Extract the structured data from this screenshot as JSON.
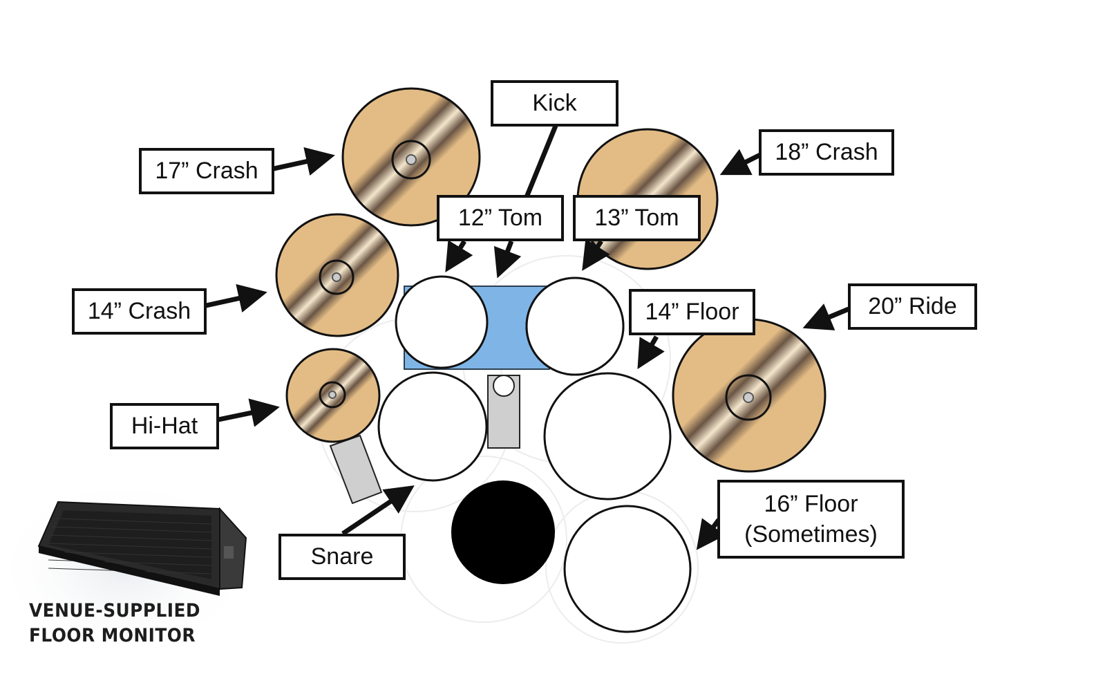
{
  "labels": {
    "kick": "Kick",
    "crash17": "17” Crash",
    "crash18": "18” Crash",
    "tom12": "12” Tom",
    "tom13": "13” Tom",
    "crash14": "14” Crash",
    "floor14": "14” Floor",
    "ride20": "20” Ride",
    "hihat": "Hi-Hat",
    "snare": "Snare",
    "floor16_line1": "16” Floor",
    "floor16_line2": "(Sometimes)"
  },
  "monitor": {
    "line1": "VENUE-SUPPLIED",
    "line2": "FLOOR MONITOR"
  },
  "colors": {
    "cymbal": "#e1b981",
    "cymbal_highlight": "#f4e3c4",
    "cymbal_shadow": "#5a4a3a",
    "kick": "#7fb5e6",
    "pedal": "#cfcfcf",
    "throne": "#000000",
    "outline": "#111111"
  }
}
